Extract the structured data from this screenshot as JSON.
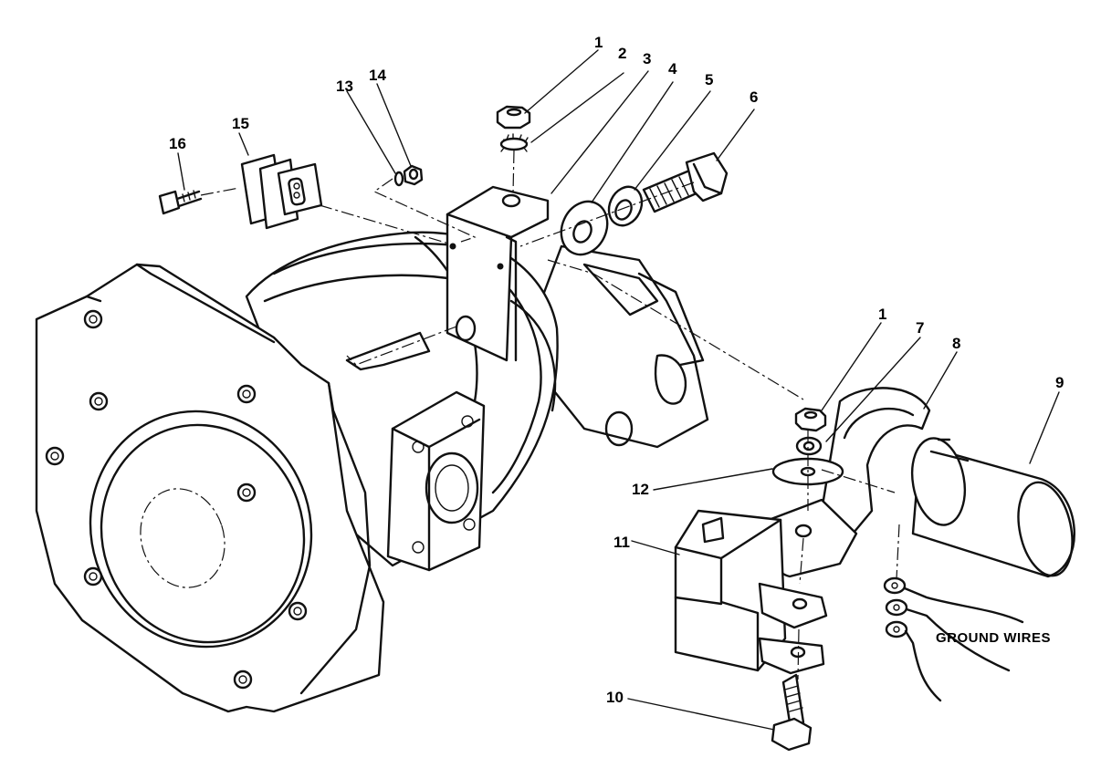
{
  "callouts": {
    "c1a": "1",
    "c2": "2",
    "c3": "3",
    "c4": "4",
    "c5": "5",
    "c6": "6",
    "c1b": "1",
    "c7": "7",
    "c8": "8",
    "c9": "9",
    "c10": "10",
    "c11": "11",
    "c12": "12",
    "c13": "13",
    "c14": "14",
    "c15": "15",
    "c16": "16"
  },
  "notes": {
    "ground_wires": "GROUND WIRES"
  }
}
